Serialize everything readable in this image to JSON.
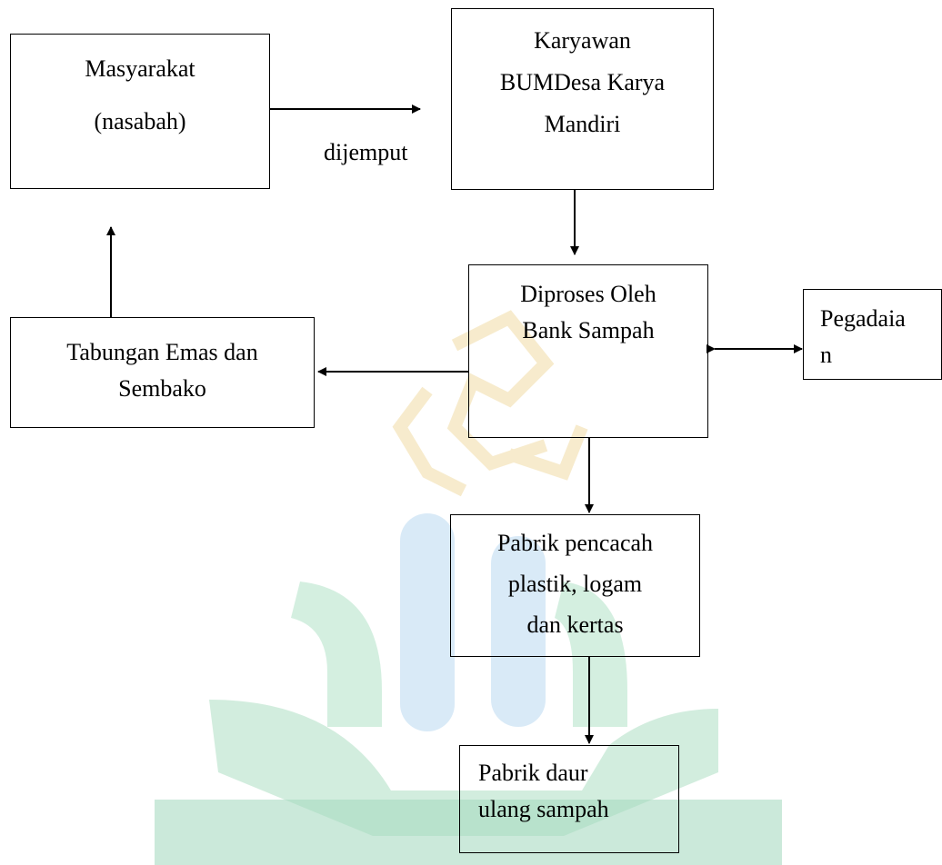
{
  "nodes": {
    "masyarakat": {
      "lines": [
        "Masyarakat",
        "(nasabah)"
      ]
    },
    "karyawan": {
      "lines": [
        "Karyawan",
        "BUMDesa Karya",
        "Mandiri"
      ]
    },
    "diproses": {
      "lines": [
        "Diproses Oleh",
        "Bank Sampah"
      ]
    },
    "pegadaian": {
      "lines": [
        "Pegadaia",
        "n"
      ]
    },
    "tabungan": {
      "lines": [
        "Tabungan Emas dan",
        "Sembako"
      ]
    },
    "pencacah": {
      "lines": [
        "Pabrik pencacah",
        "plastik, logam",
        "dan kertas"
      ]
    },
    "daur_ulang": {
      "lines": [
        "Pabrik daur",
        "ulang sampah"
      ]
    }
  },
  "edges": {
    "masyarakat_to_karyawan": {
      "label": "dijemput"
    }
  },
  "colors": {
    "stroke": "#000000",
    "watermark_green": "#4caf7d",
    "watermark_blue": "#5a9fd6",
    "watermark_gold": "#e0b84a"
  }
}
